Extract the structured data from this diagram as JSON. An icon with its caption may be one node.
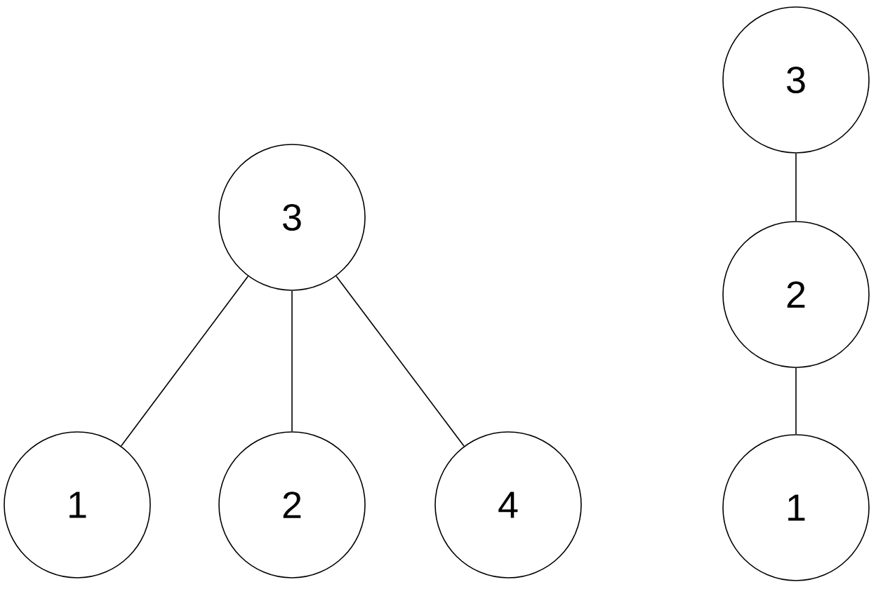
{
  "diagram": {
    "nodes": [
      {
        "text": [
          "3"
        ]
      },
      {
        "text": [
          "1"
        ]
      },
      {
        "text": [
          "2"
        ]
      },
      {
        "text": [
          "4"
        ]
      },
      {
        "text": [
          "3"
        ]
      },
      {
        "text": [
          "2"
        ]
      },
      {
        "text": [
          "1"
        ]
      }
    ],
    "edges": [
      {
        "from": 0,
        "to": 1,
        "arrow": "none"
      },
      {
        "from": 0,
        "to": 2,
        "arrow": "none"
      },
      {
        "from": 0,
        "to": 3,
        "arrow": "none"
      },
      {
        "from": 4,
        "to": 5,
        "arrow": "none"
      },
      {
        "from": 5,
        "to": 6,
        "arrow": "none"
      }
    ]
  }
}
